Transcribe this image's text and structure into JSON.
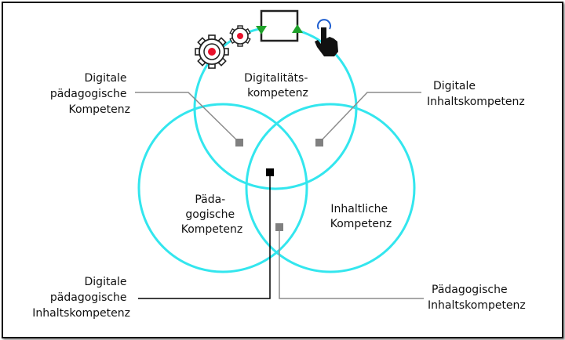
{
  "colors": {
    "circle": "#33e6ee",
    "leader_gray": "#8c8c8c",
    "marker_gray": "#808080",
    "marker_black": "#000000",
    "gear_red": "#e8102a",
    "arrow_green": "#1fa22a",
    "tap_blue": "#1f5fd0"
  },
  "circles": {
    "top": [
      "Digitalitäts-",
      "kompetenz"
    ],
    "left": [
      "Päda-",
      "gogische",
      "Kompetenz"
    ],
    "right": [
      "Inhaltliche",
      "Kompetenz"
    ]
  },
  "callouts": {
    "dig_paed": [
      "Digitale",
      "pädagogische",
      "Kompetenz"
    ],
    "dig_inhalt": [
      "Digitale",
      "Inhaltskompetenz"
    ],
    "dig_paed_inhalt": [
      "Digitale",
      "pädagogische",
      "Inhaltskompetenz"
    ],
    "paed_inhalt": [
      "Pädagogische",
      "Inhaltskompetenz"
    ]
  },
  "icons": [
    "gears-icon",
    "device-arrows-icon",
    "hand-pointer-icon"
  ]
}
